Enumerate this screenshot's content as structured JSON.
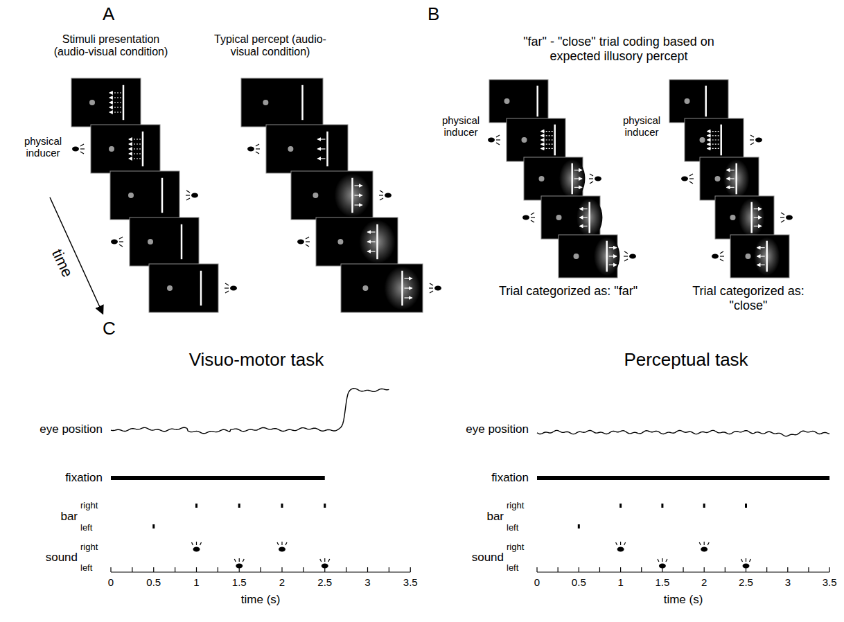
{
  "diagram": {
    "labels": [
      "A",
      "B",
      "Stimuli presentation (audio-visual condition)",
      "Typical percept (audio-visual condition)",
      "physical inducer",
      "time",
      "\"far\" - \"close\" trial coding based on expected illusory percept",
      "physical inducer",
      "physical inducer",
      "Trial categorized as: \"far\"",
      "Trial categorized as: \"close\"",
      "C",
      "Visuo-motor task",
      "Perceptual task",
      "eye position",
      "fixation",
      "bar",
      "right",
      "left",
      "sound",
      "right",
      "left",
      "0",
      "0.5",
      "1",
      "1.5",
      "2",
      "2.5",
      "3",
      "3.5",
      "time (s)",
      "eye position",
      "fixation",
      "bar",
      "right",
      "left",
      "sound",
      "right",
      "left",
      "0",
      "0.5",
      "1",
      "1.5",
      "2",
      "2.5",
      "3",
      "3.5",
      "time (s)"
    ]
  }
}
